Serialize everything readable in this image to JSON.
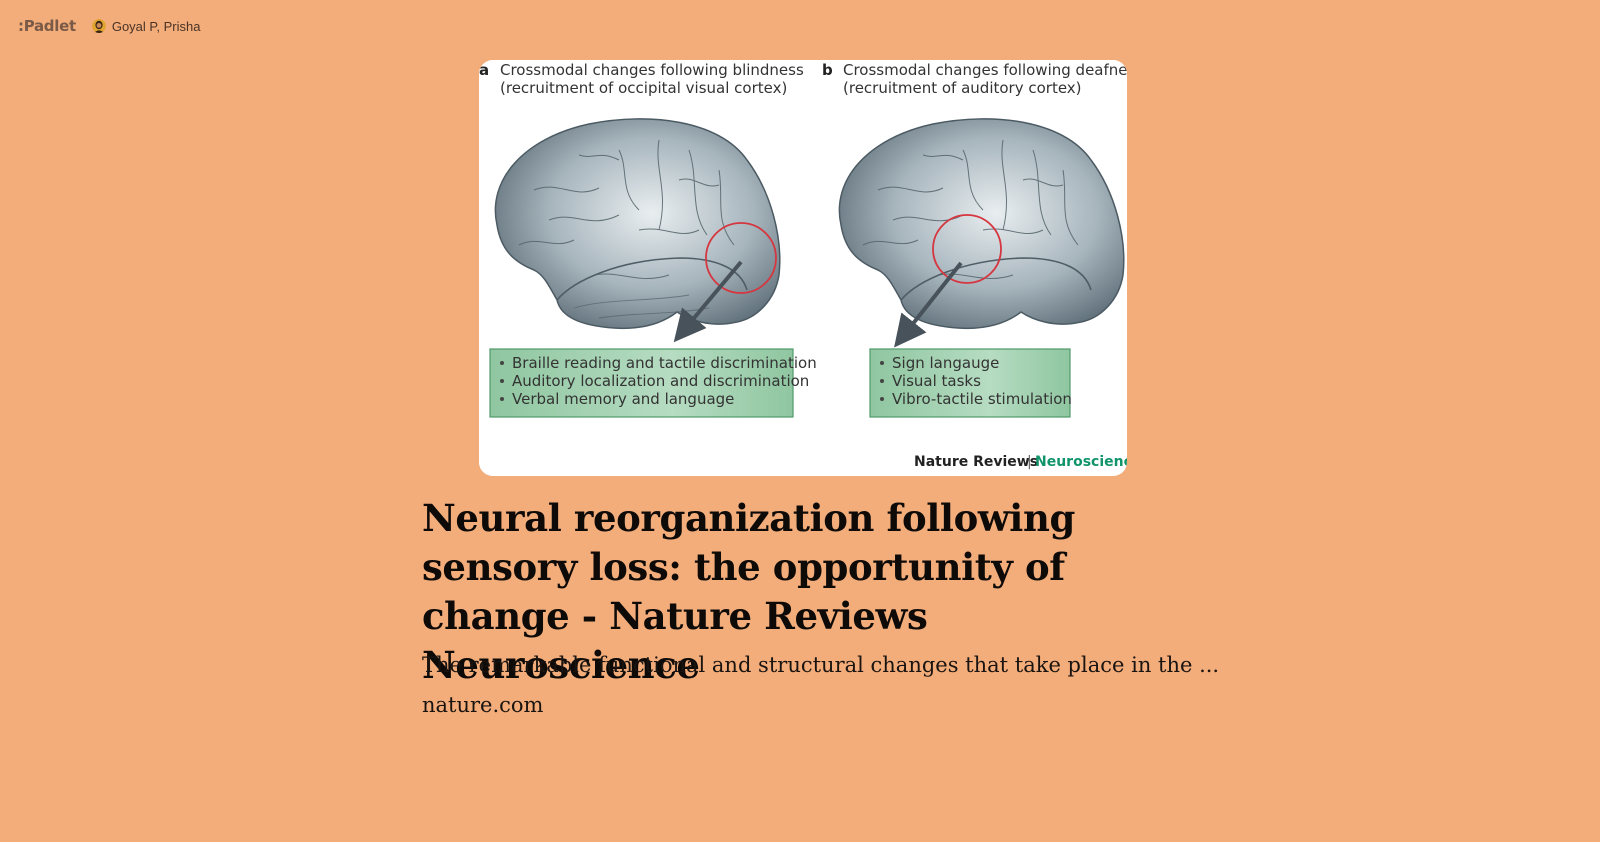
{
  "header": {
    "logo_text": ":Padlet",
    "author_name": "Goyal P, Prisha"
  },
  "figure": {
    "panel_a_letter": "a",
    "panel_a_title_line1": "Crossmodal changes following blindness",
    "panel_a_title_line2": "(recruitment of occipital visual cortex)",
    "panel_a_items": [
      "Braille reading and tactile discrimination",
      "Auditory localization and discrimination",
      "Verbal memory and language"
    ],
    "panel_b_letter": "b",
    "panel_b_title_line1": "Crossmodal changes following deafness",
    "panel_b_title_line2": "(recruitment of auditory cortex)",
    "panel_b_items": [
      "Sign langauge",
      "Visual tasks",
      "Vibro-tactile stimulation"
    ],
    "credit_journal": "Nature Reviews",
    "credit_separator": "|",
    "credit_section": "Neuroscience"
  },
  "post": {
    "title": "Neural reorganization following sensory loss: the opportunity of change - Nature Reviews Neuroscience",
    "description": "The remarkable functional and structural changes that take place in the ...",
    "domain": "nature.com"
  },
  "colors": {
    "background": "#f3ad7b",
    "box_fill": "#9fceae",
    "box_stroke": "#4f9a6a",
    "circle": "#d6363f",
    "brand_green": "#11946a"
  }
}
